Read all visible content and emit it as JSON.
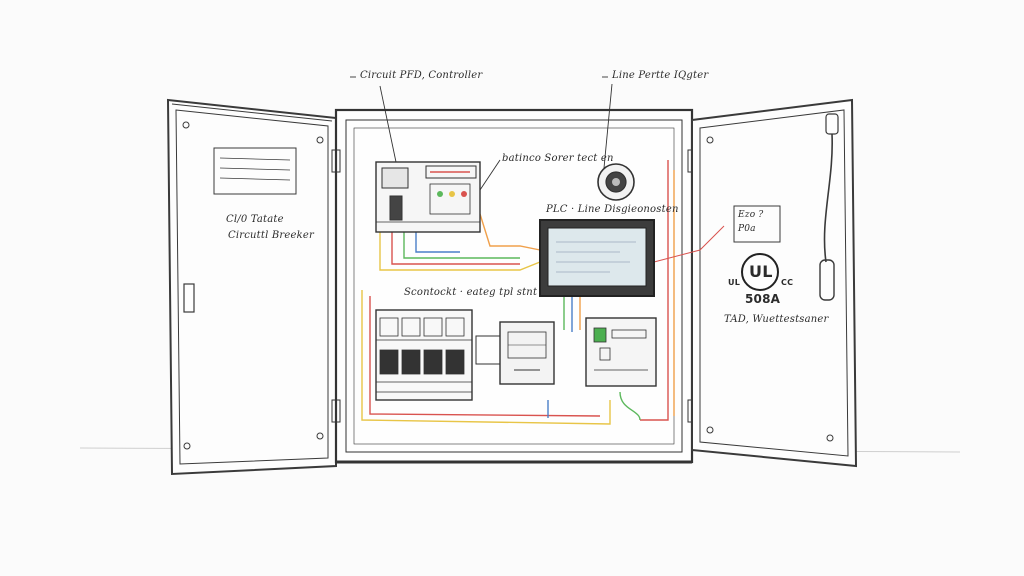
{
  "callouts": {
    "circuit_controller": "Circuit PFD, Controller",
    "line_filter": "Line Pertte IQgter",
    "indicator": "batinco Sorer tect en",
    "plc": "PLC · Line Disgieonosten",
    "breakers": "Scontockt · eateg tpl stnt"
  },
  "left_door": {
    "label_line1": "Cl/0 Tatate",
    "label_line2": "Circuttl Breeker"
  },
  "right_door": {
    "sticker_line1": "Ezo ?",
    "sticker_line2": "P0a",
    "ul_mark": "UL",
    "ul_left": "UL",
    "ul_right": "CC",
    "ul_rating": "508A",
    "caption": "TAD, Wuettestsaner"
  },
  "colors": {
    "wire_yellow": "#e8c547",
    "wire_red": "#d9534f",
    "wire_green": "#5cb85c",
    "wire_blue": "#4a7fc9",
    "wire_orange": "#f0a04b",
    "hmi_screen": "#dde8ec",
    "indicator_green": "#4caf50"
  }
}
